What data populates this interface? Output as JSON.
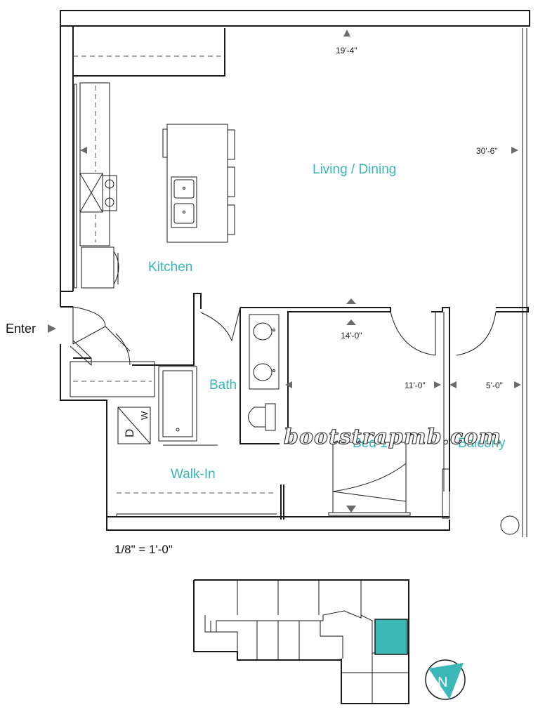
{
  "rooms": {
    "living_dining": "Living / Dining",
    "kitchen": "Kitchen",
    "bath": "Bath",
    "walk_in": "Walk-In",
    "bed": "Bed 1",
    "balcony": "Balcony"
  },
  "dimensions": {
    "living_width": "19'-4\"",
    "living_depth": "30'-6\"",
    "bed_width": "14'-0\"",
    "bed_depth": "11'-0\"",
    "balcony_depth": "5'-0\""
  },
  "entry_label": "Enter",
  "scale": "1/8\" = 1'-0\"",
  "appliances": {
    "dryer": "D",
    "washer": "W"
  },
  "compass": {
    "label": "N",
    "color": "#3db8b8"
  },
  "keyplan": {
    "highlight_color": "#3db8b8"
  },
  "watermark": "bootstrapmb.com",
  "colors": {
    "room_label": "#38b6b6",
    "wall": "#1a1a1a"
  }
}
